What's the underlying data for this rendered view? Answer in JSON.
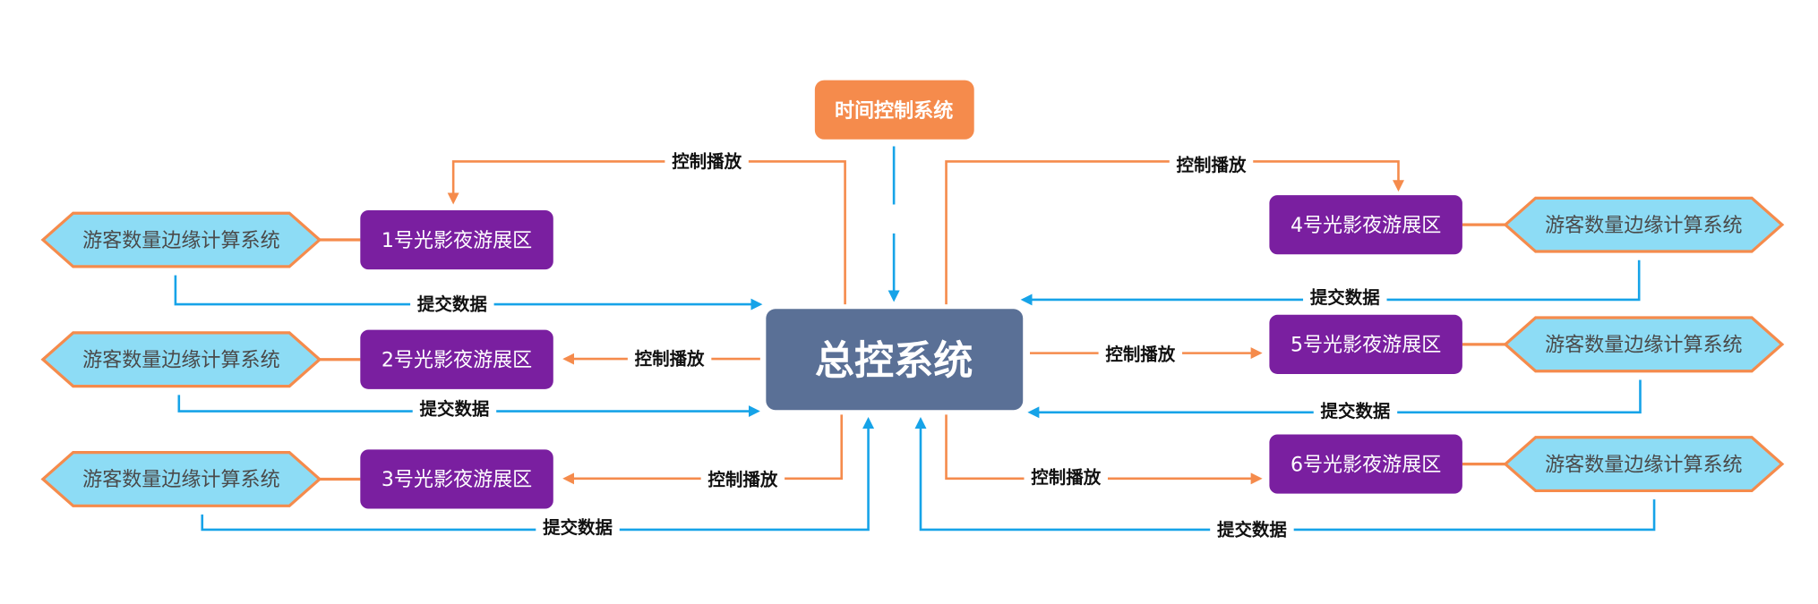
{
  "title": "光影夜游系统架构图",
  "colors": {
    "core": "#5a7096",
    "timer": "#f58b4c",
    "zone": "#7a1fa0",
    "edge_fill": "#8ddcf5",
    "edge_stroke": "#f58b4c",
    "control_line": "#f58b4c",
    "data_line": "#16a3e8"
  },
  "core": {
    "label": "总控系统"
  },
  "timer": {
    "label": "时间控制系统"
  },
  "zones": [
    {
      "label": "1号光影夜游展区",
      "edge": "游客数量边缘计算系统",
      "control": "控制播放",
      "data": "提交数据"
    },
    {
      "label": "2号光影夜游展区",
      "edge": "游客数量边缘计算系统",
      "control": "控制播放",
      "data": "提交数据"
    },
    {
      "label": "3号光影夜游展区",
      "edge": "游客数量边缘计算系统",
      "control": "控制播放",
      "data": "提交数据"
    },
    {
      "label": "4号光影夜游展区",
      "edge": "游客数量边缘计算系统",
      "control": "控制播放",
      "data": "提交数据"
    },
    {
      "label": "5号光影夜游展区",
      "edge": "游客数量边缘计算系统",
      "control": "控制播放",
      "data": "提交数据"
    },
    {
      "label": "6号光影夜游展区",
      "edge": "游客数量边缘计算系统",
      "control": "控制播放",
      "data": "提交数据"
    }
  ]
}
